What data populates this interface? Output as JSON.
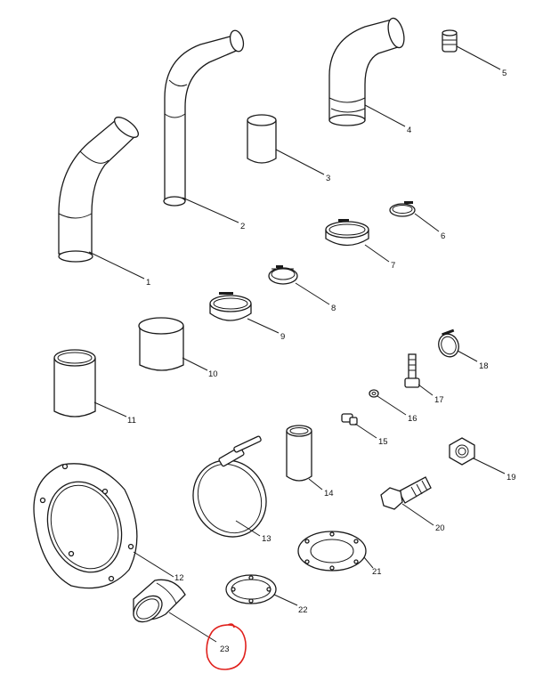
{
  "callouts": [
    {
      "id": "part-1",
      "label": "1"
    },
    {
      "id": "part-2",
      "label": "2"
    },
    {
      "id": "part-3",
      "label": "3"
    },
    {
      "id": "part-4",
      "label": "4"
    },
    {
      "id": "part-5",
      "label": "5"
    },
    {
      "id": "part-6",
      "label": "6"
    },
    {
      "id": "part-7",
      "label": "7"
    },
    {
      "id": "part-8",
      "label": "8"
    },
    {
      "id": "part-9",
      "label": "9"
    },
    {
      "id": "part-10",
      "label": "10"
    },
    {
      "id": "part-11",
      "label": "11"
    },
    {
      "id": "part-12",
      "label": "12"
    },
    {
      "id": "part-13",
      "label": "13"
    },
    {
      "id": "part-14",
      "label": "14"
    },
    {
      "id": "part-15",
      "label": "15"
    },
    {
      "id": "part-16",
      "label": "16"
    },
    {
      "id": "part-17",
      "label": "17"
    },
    {
      "id": "part-18",
      "label": "18"
    },
    {
      "id": "part-19",
      "label": "19"
    },
    {
      "id": "part-20",
      "label": "20"
    },
    {
      "id": "part-21",
      "label": "21"
    },
    {
      "id": "part-22",
      "label": "22"
    },
    {
      "id": "part-23",
      "label": "23"
    }
  ],
  "highlighted_callout": "23",
  "colors": {
    "line": "#1a1a1a",
    "highlight": "#e0201c",
    "background": "#ffffff"
  }
}
